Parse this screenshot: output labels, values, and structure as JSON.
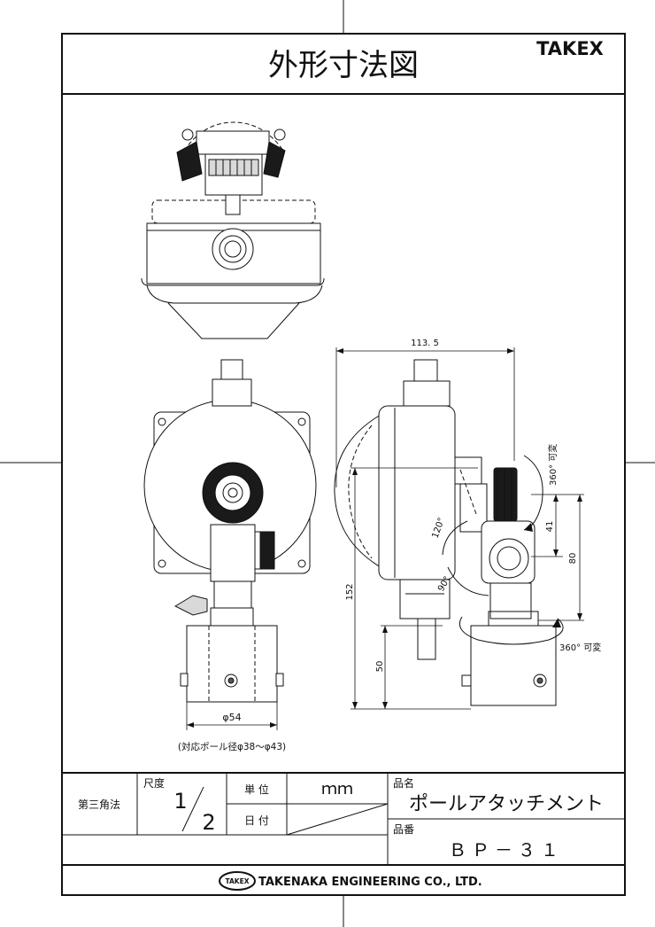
{
  "sheet": {
    "title": "外形寸法図",
    "brand": "TAKEX",
    "company": "TAKENAKA ENGINEERING CO., LTD.",
    "company_logo_text": "TAKEX"
  },
  "title_block": {
    "projection": "第三角法",
    "scale_label": "尺度",
    "scale_num": "1",
    "scale_den": "2",
    "unit_label": "単 位",
    "unit_value": "ｍｍ",
    "date_label": "日 付",
    "date_value": "",
    "name_label": "品名",
    "name_value": "ポールアタッチメント",
    "number_label": "品番",
    "number_value": "ＢＰ－３１"
  },
  "dimensions": {
    "width_top": "113. 5",
    "height_total": "152",
    "height_base": "50",
    "dist_41": "41",
    "dist_80": "80",
    "angle_120": "120°",
    "angle_90": "90°",
    "rotate_top": "360°  可変",
    "rotate_bottom": "360°  可変",
    "pole_dia": "φ54",
    "pole_range": "(対応ポール径φ38～φ43)"
  }
}
